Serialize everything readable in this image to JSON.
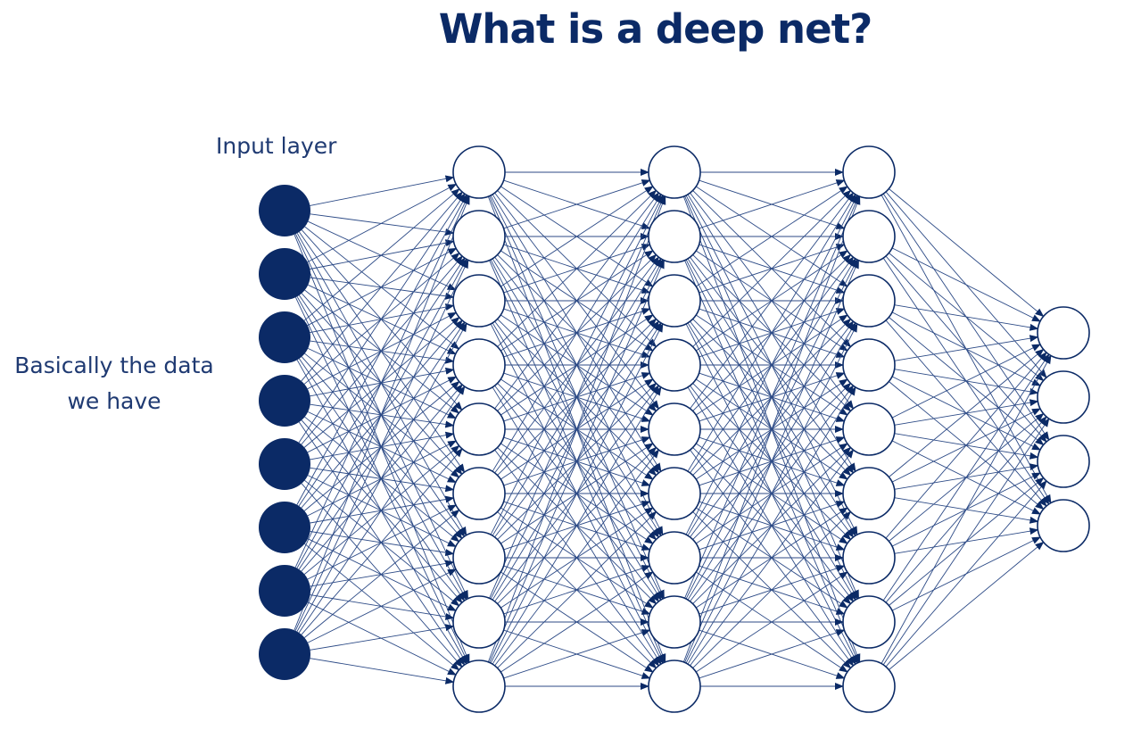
{
  "title": "What is a deep net?",
  "labels": {
    "input_layer": "Input layer",
    "input_description_line1": "Basically the data",
    "input_description_line2": "we have"
  },
  "network": {
    "layer_sizes": [
      8,
      9,
      9,
      9,
      4
    ],
    "input_fill_color": "#0b2a66",
    "node_stroke_color": "#0b2a66",
    "edge_color": "#2c4a86"
  },
  "colors": {
    "title": "#0b2a66",
    "text": "#1f3a72"
  }
}
